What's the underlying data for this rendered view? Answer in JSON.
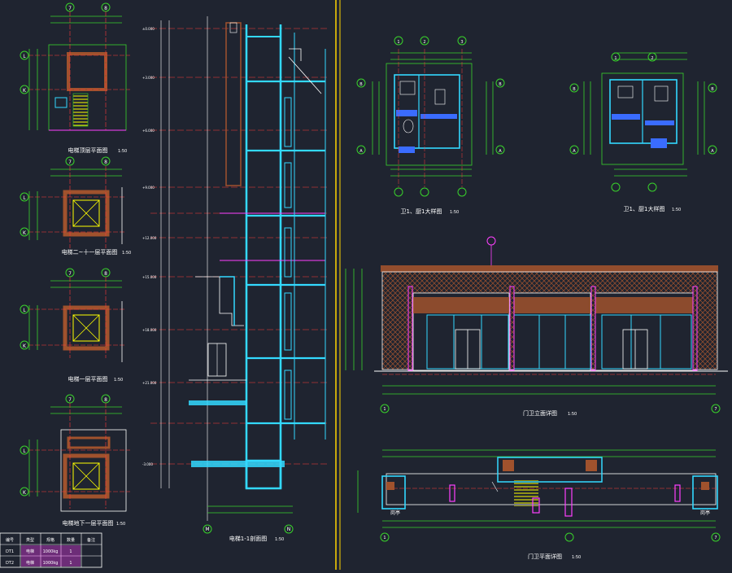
{
  "colors": {
    "background": "#1f2430",
    "frame": "#ffd400",
    "green": "#39d22b",
    "cyan": "#33d9ff",
    "red": "#ff3a3a",
    "magenta": "#ff40ff",
    "white": "#ffffff",
    "brown": "#a0522d",
    "yellow": "#ffff00",
    "blue": "#3a6cff"
  },
  "grid_axes": {
    "seven": "7",
    "eight": "8",
    "L": "L",
    "K": "K",
    "A": "A",
    "B": "B",
    "M": "M",
    "N": "N",
    "one": "1",
    "two": "2",
    "three": "3"
  },
  "left_plans": {
    "plan1_title": "电梯顶层平面图",
    "plan2_title": "电梯二~十一层平面图",
    "plan3_title": "电梯一层平面图",
    "plan4_title": "电梯地下一层平面图",
    "scale": "1:50"
  },
  "section": {
    "title": "电梯1-1剖面图",
    "scale": "1:50"
  },
  "bath_plans": {
    "left_title": "卫1、厨1大样图",
    "right_title": "卫1、厨1大样图",
    "scale": "1:50"
  },
  "elevation": {
    "title": "门卫立面详图",
    "scale": "1:50"
  },
  "gate_plan": {
    "title": "门卫平面详图",
    "scale": "1:50",
    "left_label": "岗亭",
    "right_label": "岗亭"
  },
  "table": {
    "rows": [
      [
        "编号",
        "类型",
        "规格",
        "数量",
        "备注"
      ],
      [
        "DT1",
        "电梯",
        "1000kg",
        "1",
        ""
      ],
      [
        "DT2",
        "电梯",
        "1000kg",
        "1",
        ""
      ]
    ]
  }
}
